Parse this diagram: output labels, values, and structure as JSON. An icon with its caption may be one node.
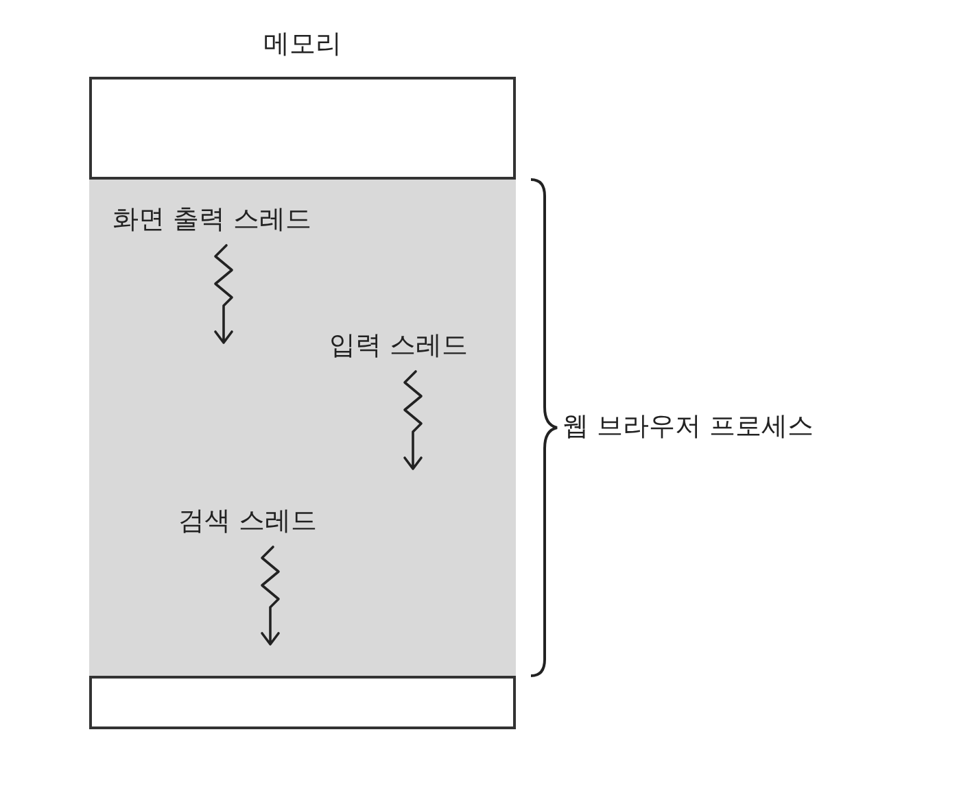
{
  "diagram": {
    "nodes": [
      {
        "text": [
          "메모리"
        ]
      },
      {
        "text": [
          "웹 브라우저 프로세스"
        ],
        "in": 0
      },
      {
        "text": [
          "화면 출력 스레드"
        ],
        "in": 1
      },
      {
        "text": [
          "입력 스레드"
        ],
        "in": 1
      },
      {
        "text": [
          "검색 스레드"
        ],
        "in": 1
      }
    ]
  }
}
